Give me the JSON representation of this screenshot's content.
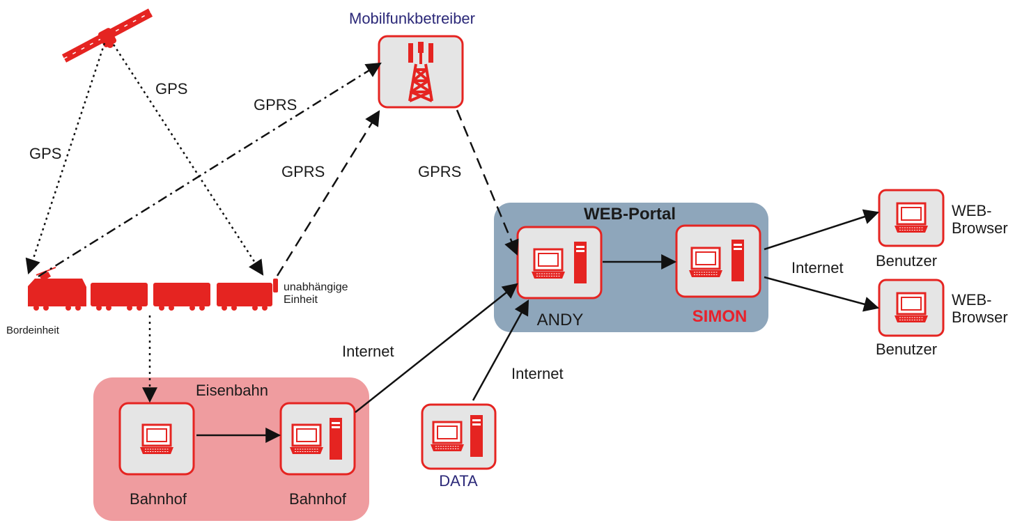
{
  "colors": {
    "accent_red": "#e52421",
    "box_fill": "#e5e5e5",
    "portal_fill": "#8ea6bb",
    "railway_fill": "#ef9c9f",
    "label_navy": "#2b2878"
  },
  "labels": {
    "mobile_operator": "Mobilfunkbetreiber",
    "gps_left": "GPS",
    "gps_right": "GPS",
    "gprs_train_to_tower": "GPRS",
    "gprs_unit_to_tower": "GPRS",
    "gprs_tower_to_portal": "GPRS",
    "onboard_unit": "Bordeinheit",
    "independent_unit": "unabhängige Einheit",
    "internet_railway": "Internet",
    "internet_data": "Internet",
    "internet_users": "Internet"
  },
  "portal": {
    "title": "WEB-Portal",
    "andy": "ANDY",
    "simon": "SIMON"
  },
  "railway": {
    "title": "Eisenbahn",
    "station_a": "Bahnhof",
    "station_b": "Bahnhof"
  },
  "data_server": {
    "label": "DATA"
  },
  "users": [
    {
      "browser": "WEB-Browser",
      "user": "Benutzer"
    },
    {
      "browser": "WEB-Browser",
      "user": "Benutzer"
    }
  ],
  "icons": [
    "satellite-icon",
    "radio-tower-icon",
    "train-icon",
    "laptop-icon",
    "desktop-computer-icon"
  ]
}
